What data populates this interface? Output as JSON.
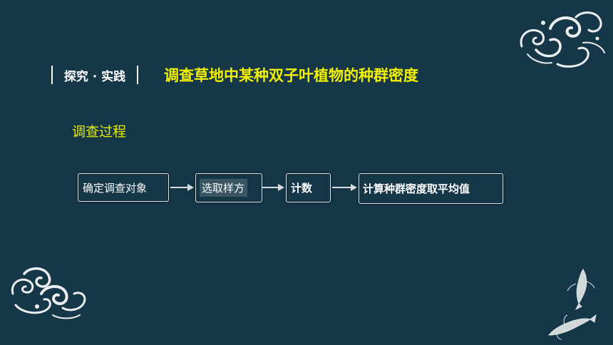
{
  "section_tag": "探究 · 实践",
  "title": "调查草地中某种双子叶植物的种群密度",
  "subheading": "调查过程",
  "steps": [
    {
      "label": "确定调查对象"
    },
    {
      "label": "选取样方"
    },
    {
      "label": "计数"
    },
    {
      "label": "计算种群密度取平均值"
    }
  ],
  "colors": {
    "background": "#153747",
    "title": "#f2f200",
    "subheading": "#e7ec00",
    "box_border": "#dfe7ea",
    "arrow": "#d6dde0"
  },
  "decorations": [
    "cloud-ornament-top-right",
    "cloud-ornament-bottom-left",
    "fish-ink-painting"
  ]
}
